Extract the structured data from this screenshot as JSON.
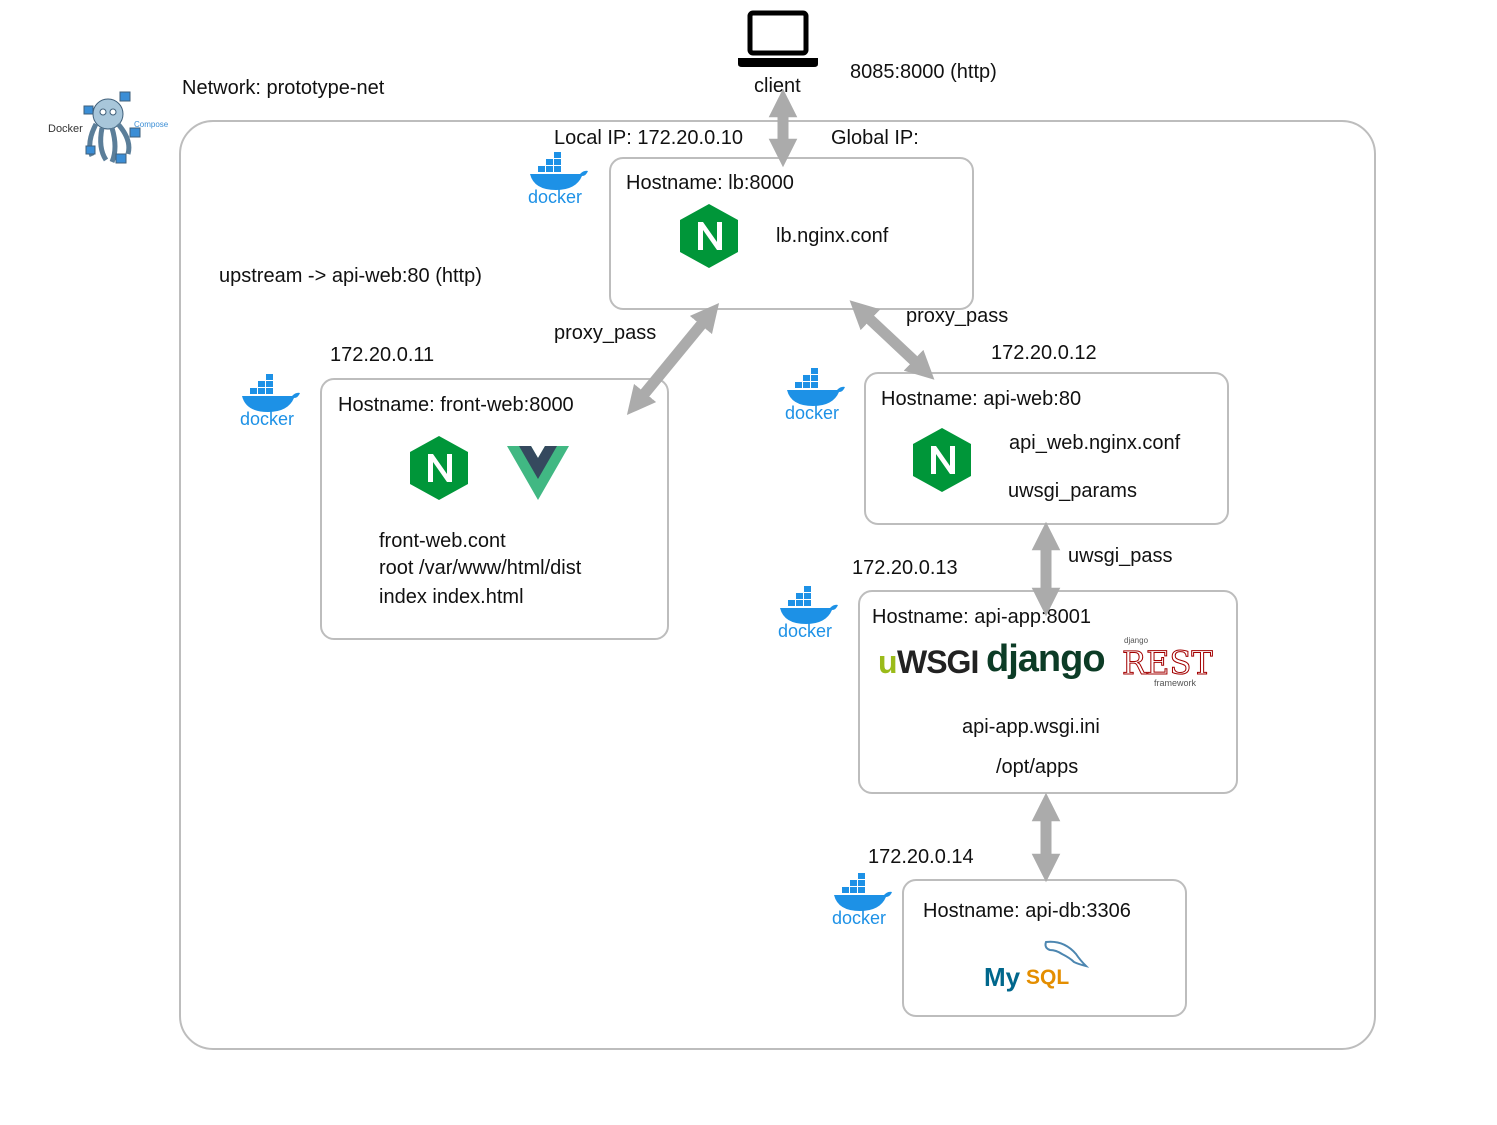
{
  "client": {
    "label": "client",
    "port_mapping": "8085:8000 (http)"
  },
  "network": {
    "label": "Network: prototype-net"
  },
  "compose_logo": {
    "text_docker": "Docker",
    "text_compose": "Compose"
  },
  "docker_logo_text": "docker",
  "lb": {
    "local_ip": "Local IP: 172.20.0.10",
    "global_ip": "Global IP:",
    "hostname": "Hostname: lb:8000",
    "conf": "lb.nginx.conf",
    "upstream": "upstream -> api-web:80 (http)"
  },
  "front_web": {
    "ip": "172.20.0.11",
    "hostname": "Hostname: front-web:8000",
    "lines": [
      "front-web.cont",
      "root /var/www/html/dist",
      "index index.html"
    ]
  },
  "api_web": {
    "ip": "172.20.0.12",
    "hostname": "Hostname: api-web:80",
    "conf": "api_web.nginx.conf",
    "params": "uwsgi_params"
  },
  "api_app": {
    "ip": "172.20.0.13",
    "hostname": "Hostname: api-app:8001",
    "logo_uwsgi_u": "u",
    "logo_uwsgi_rest": "WSGI",
    "logo_django": "django",
    "logo_drf_top": "django",
    "logo_drf_main": "REST",
    "logo_drf_bottom": "framework",
    "ini": "api-app.wsgi.ini",
    "path": "/opt/apps"
  },
  "api_db": {
    "ip": "172.20.0.14",
    "hostname": "Hostname: api-db:3306",
    "logo_my": "My",
    "logo_sql": "SQL"
  },
  "edges": {
    "proxy_pass_left": "proxy_pass",
    "proxy_pass_right": "proxy_pass",
    "uwsgi_pass": "uwsgi_pass"
  },
  "icon_names": [
    "laptop-icon",
    "docker-compose-icon",
    "docker-icon",
    "nginx-icon",
    "vue-icon",
    "uwsgi-logo",
    "django-logo",
    "django-rest-framework-logo",
    "mysql-logo"
  ],
  "colors": {
    "nginx_green": "#009639",
    "vue_green": "#41b883",
    "vue_dark": "#35495e",
    "docker_blue": "#1d91e6",
    "arrow_grey": "#ababab",
    "border_grey": "#bdbdbd"
  }
}
